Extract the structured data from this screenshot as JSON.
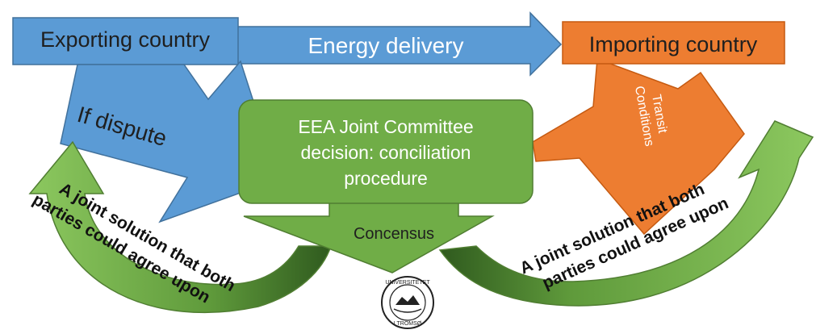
{
  "exporting_label": "Exporting country",
  "energy_label": "Energy delivery",
  "importing_label": "Importing country",
  "dispute_label": "If dispute",
  "transit_line1": "Transit",
  "transit_line2": "Conditions",
  "committee_line1": "EEA Joint Committee",
  "committee_line2": "decision: conciliation",
  "committee_line3": "procedure",
  "consensus_label": "Concensus",
  "left_solution_line1": "A joint solution that both",
  "left_solution_line2": "parties could agree upon",
  "right_solution_line1": "A joint solution that both",
  "right_solution_line2": "parties could agree upon",
  "seal_text_top": "UNIVERSITETET",
  "seal_text_bottom": "I TROMSØ",
  "colors": {
    "blue": "#5b9bd5",
    "blue_dark": "#41719c",
    "orange": "#ed7d31",
    "green": "#70ad47",
    "green_dark": "#507e32"
  }
}
